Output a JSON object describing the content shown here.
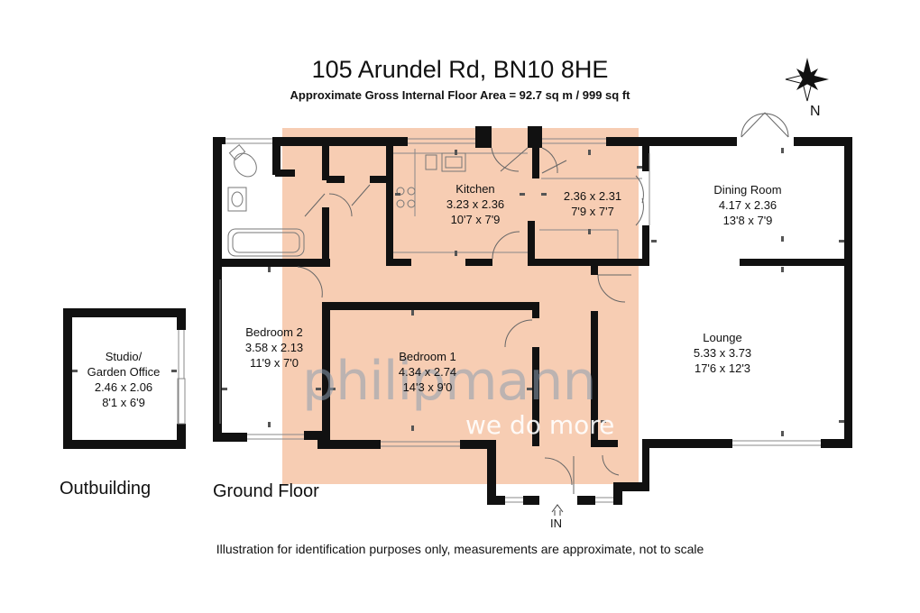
{
  "header": {
    "address": "105 Arundel Rd, BN10 8HE",
    "floor_area": "Approximate Gross Internal Floor Area = 92.7 sq m / 999 sq ft"
  },
  "compass": {
    "label": "N"
  },
  "rooms": [
    {
      "name": "Kitchen",
      "metric": "3.23 x 2.36",
      "imperial": "10'7 x 7'9"
    },
    {
      "name": "",
      "metric": "2.36 x 2.31",
      "imperial": "7'9 x 7'7"
    },
    {
      "name": "Dining Room",
      "metric": "4.17 x 2.36",
      "imperial": "13'8 x 7'9"
    },
    {
      "name": "Bedroom 2",
      "metric": "3.58 x 2.13",
      "imperial": "11'9 x 7'0"
    },
    {
      "name": "Bedroom 1",
      "metric": "4.34 x 2.74",
      "imperial": "14'3 x 9'0"
    },
    {
      "name": "Lounge",
      "metric": "5.33 x 3.73",
      "imperial": "17'6 x 12'3"
    }
  ],
  "outbuilding": {
    "name_line1": "Studio/",
    "name_line2": "Garden Office",
    "metric": "2.46 x 2.06",
    "imperial": "8'1 x 6'9"
  },
  "sections": {
    "outbuilding": "Outbuilding",
    "ground_floor": "Ground Floor"
  },
  "entrance_label": "IN",
  "watermark": {
    "brand": "philipmann",
    "tagline": "we do more"
  },
  "footer": "Illustration for identification purposes only, measurements are approximate, not to scale",
  "colors": {
    "wall": "#111111",
    "highlight": "#f6c4a6"
  }
}
